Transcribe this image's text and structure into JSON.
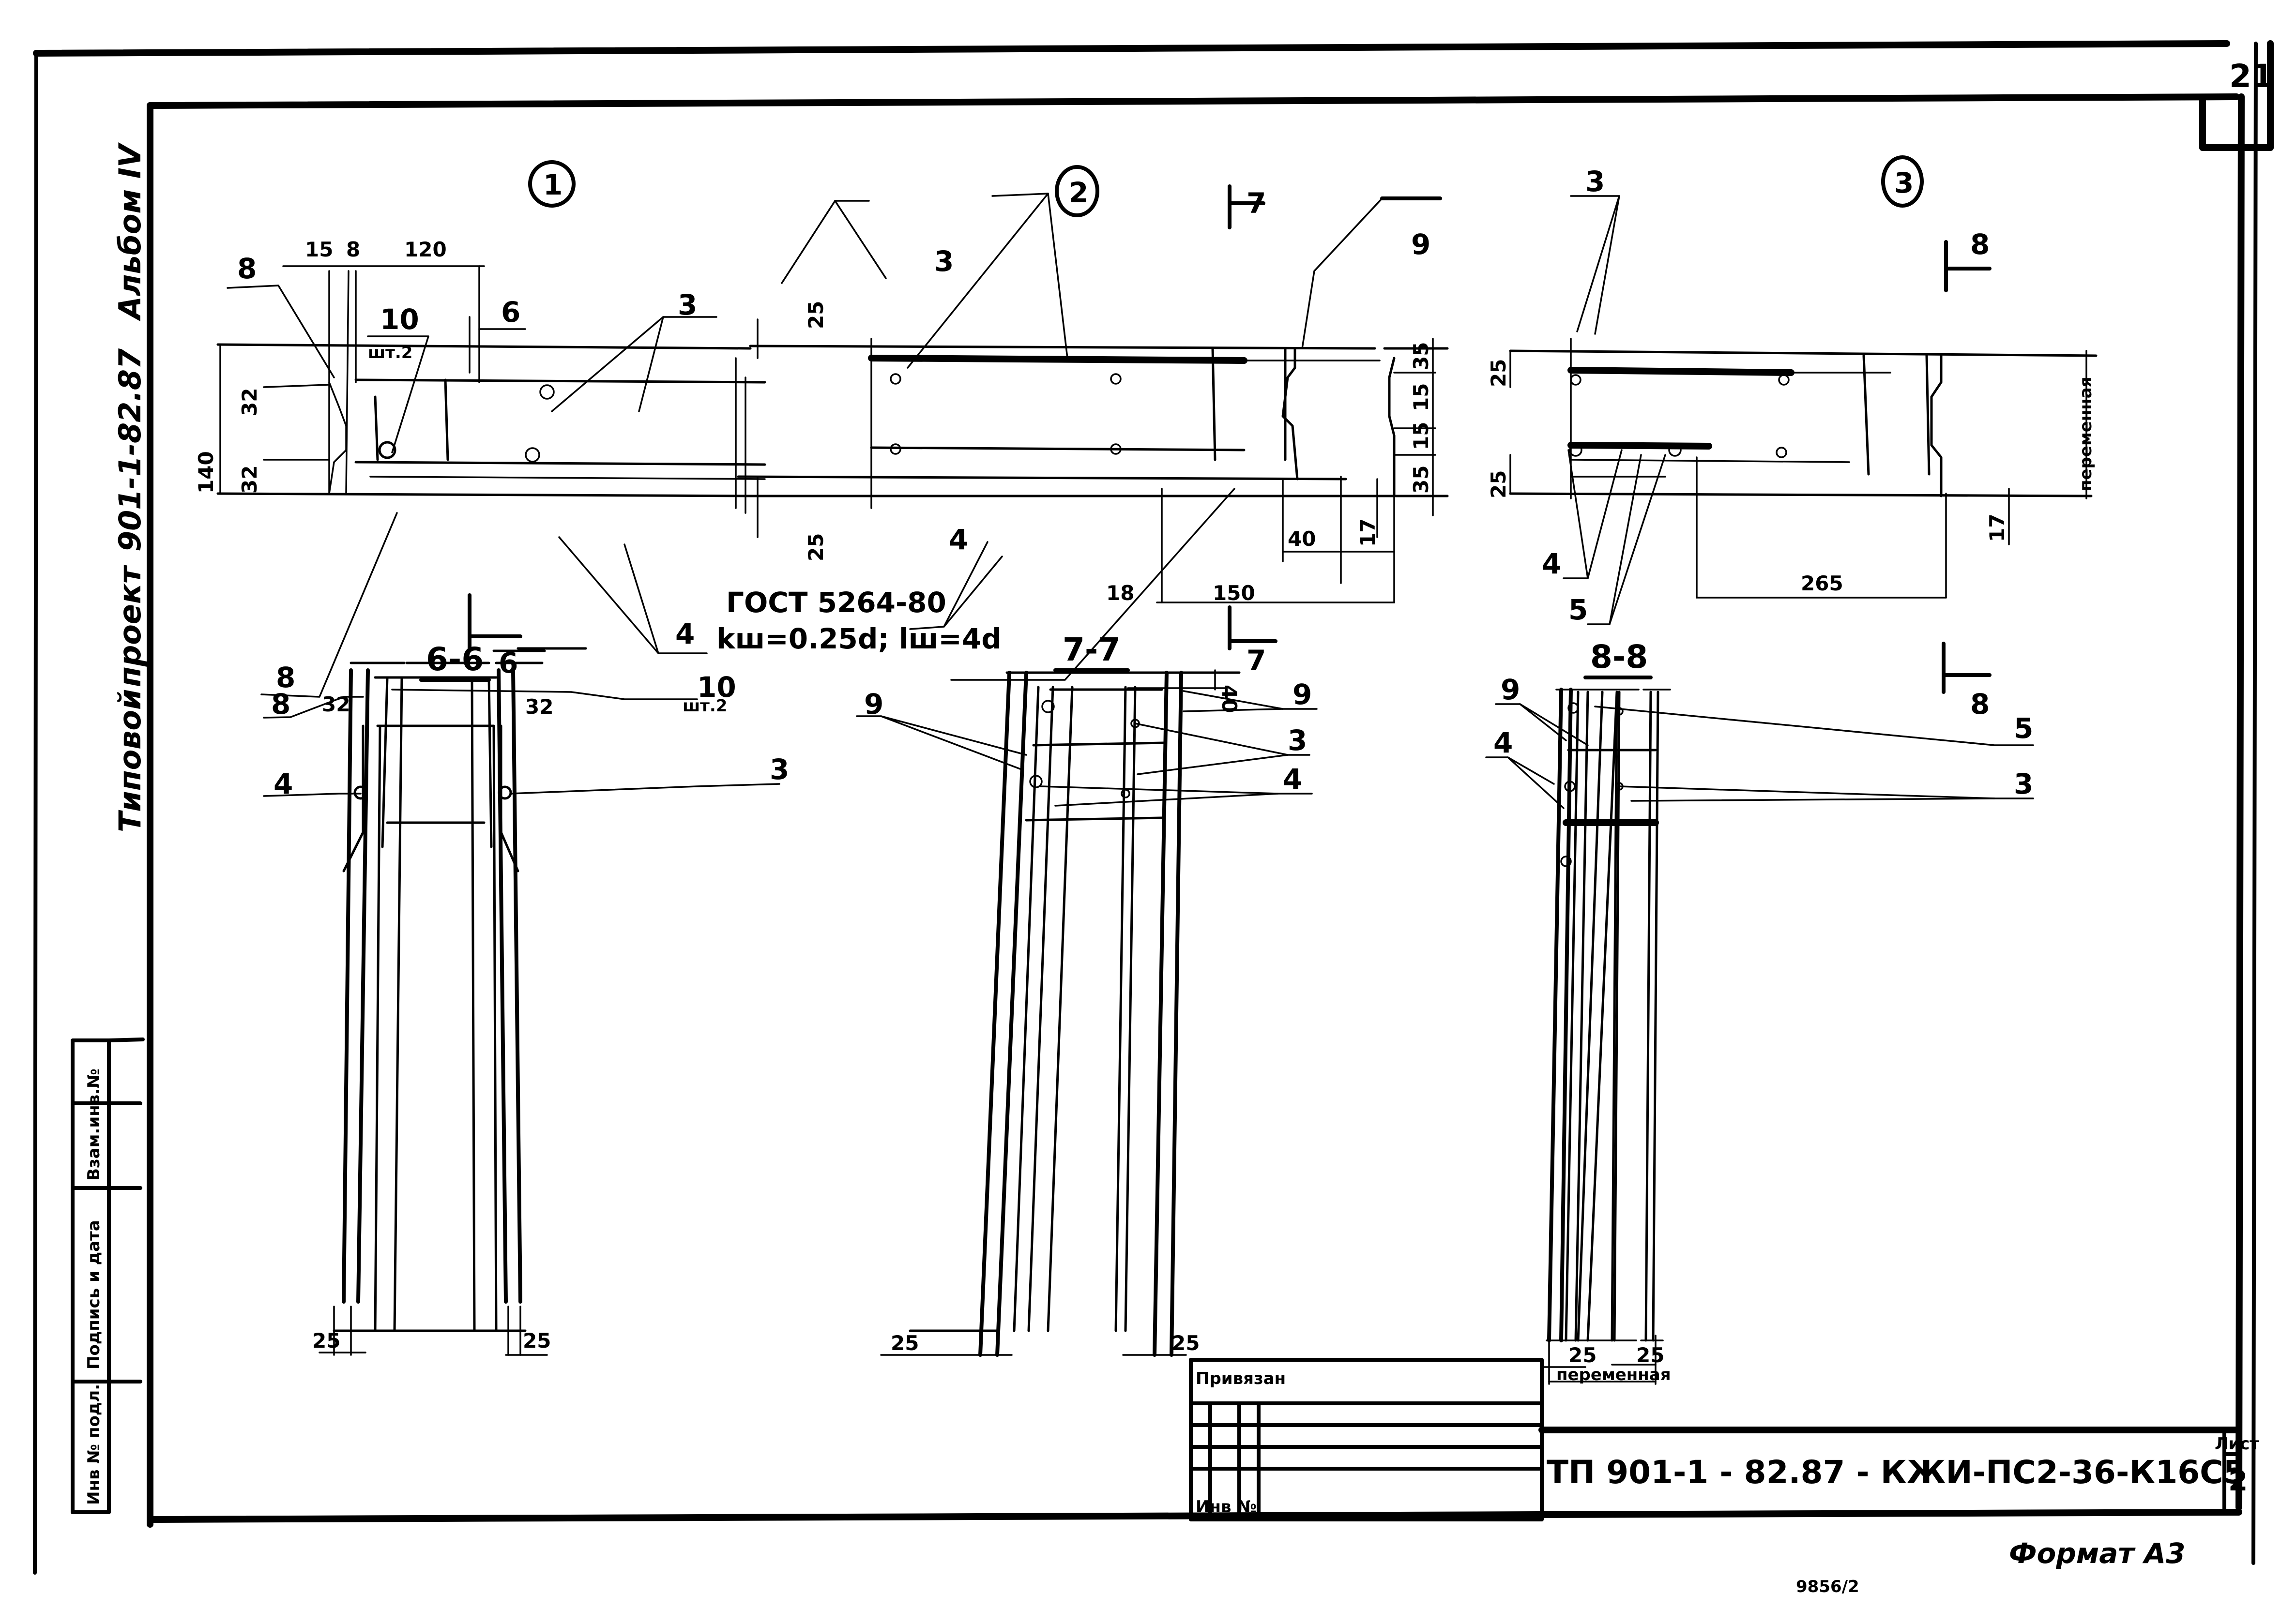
{
  "sheet": {
    "page_number": "21",
    "side_title": {
      "type": "Типовой",
      "project_word": "проект",
      "project_code": "901-1-82.87",
      "album": "Альбом IV"
    },
    "format": "Формат А3",
    "archive_number": "9856/2"
  },
  "title_block": {
    "bound_label": "Привязан",
    "inv_label": "Инв №",
    "document_code": "ТП 901-1 - 82.87 - КЖИ-ПС2-36-К16С5",
    "sheet_label": "Лист",
    "sheet_value": "2"
  },
  "side_stamp": {
    "cells": [
      "Взам.инв.№",
      "Подпись и дата",
      "Инв № подл."
    ]
  },
  "details": [
    {
      "id": "1",
      "dimensions": {
        "d15": "15",
        "d8": "8",
        "d120": "120",
        "d140": "140",
        "d32": "32",
        "d32b": "32",
        "d6": "6"
      },
      "positions": [
        "8",
        "10",
        "шт.2",
        "3",
        "4",
        "8"
      ],
      "section_mark": "6"
    },
    {
      "id": "2",
      "dimensions": {
        "d25a": "25",
        "d25b": "25",
        "d35a": "35",
        "d15": "15",
        "d15b": "15",
        "d35b": "35",
        "d17": "17",
        "d40": "40",
        "d18": "18",
        "d150": "150"
      },
      "positions": [
        "3",
        "4",
        "9"
      ],
      "section_mark": "7",
      "weld_note": "ГОСТ 5264-80",
      "weld_params": "kш=0.25d; lш=4d"
    },
    {
      "id": "3",
      "dimensions": {
        "d25a": "25",
        "d25b": "25",
        "d17": "17",
        "d265": "265",
        "variable": "переменная"
      },
      "positions": [
        "3",
        "4",
        "5"
      ],
      "section_mark": "8"
    }
  ],
  "sections": [
    {
      "title": "6-6",
      "dims": {
        "top_left": "32",
        "top_right": "32",
        "bottom_left": "25",
        "bottom_right": "25"
      },
      "labels": {
        "a": "8",
        "b": "10",
        "b_qty": "шт.2",
        "c": "4",
        "d": "3"
      }
    },
    {
      "title": "7-7",
      "dims": {
        "top_right": "40",
        "bottom_left": "25",
        "bottom_right": "25"
      },
      "labels": {
        "a": "9",
        "b": "9",
        "c": "3",
        "d": "4"
      }
    },
    {
      "title": "8-8",
      "dims": {
        "bottom_left": "25",
        "bottom_right": "25",
        "variable": "переменная"
      },
      "labels": {
        "a": "9",
        "b": "4",
        "c": "5",
        "d": "3"
      }
    }
  ]
}
